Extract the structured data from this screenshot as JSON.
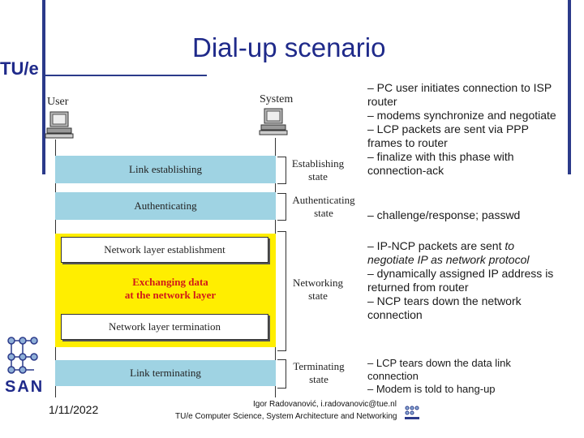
{
  "slide": {
    "title": "Dial-up scenario",
    "logo_text": "TU/e",
    "footer_date": "1/11/2022",
    "footer_author": "Igor Radovanović, i.radovanovic@tue.nl",
    "footer_dept": "TU/e Computer Science, System Architecture and Networking",
    "san_logo_text": "SAN"
  },
  "diagram": {
    "user_label": "User",
    "system_label": "System",
    "bands": {
      "link_establishing": "Link establishing",
      "authenticating": "Authenticating",
      "network_layer_establishment": "Network layer establishment",
      "exchanging_data": "Exchanging data\nat the network layer",
      "network_layer_termination": "Network layer termination",
      "link_terminating": "Link terminating"
    },
    "states": {
      "establishing": "Establishing\nstate",
      "authenticating": "Authenticating\nstate",
      "networking": "Networking\nstate",
      "terminating": "Terminating\nstate"
    }
  },
  "notes": {
    "establishing": "– PC user initiates connection to ISP router\n– modems synchronize and negotiate\n– LCP packets are sent via PPP frames to router\n– finalize with this phase with connection-ack",
    "authenticating": "– challenge/response; passwd",
    "networking_1": "– IP-NCP packets are sent ",
    "networking_1_italic": "to negotiate IP as network protocol",
    "networking_2": "\n– dynamically assigned IP address is returned from router\n– NCP tears down the network connection",
    "terminating": "– LCP tears down the data link connection\n– Modem is told to hang-up"
  },
  "colors": {
    "accent_blue": "#1f2a8a",
    "band_blue": "#9fd3e3",
    "band_yellow": "#ffee00",
    "exchange_red": "#d11a1a"
  }
}
